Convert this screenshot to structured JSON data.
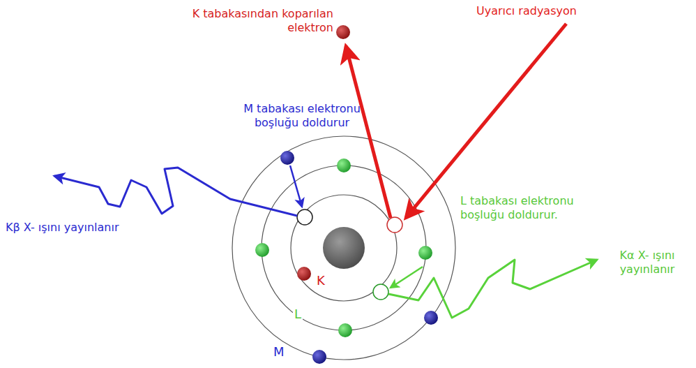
{
  "diagram": {
    "labels": [
      "Uyarıcı radyasyon",
      "K tabakasından koparılan elektron",
      "M tabakası elektronu boşluğu doldurur",
      "L tabakası elektronu boşluğu doldurur.",
      "Kβ X- ışını yayınlanır",
      "Kα X- ışını yayınlanır",
      "K",
      "L",
      "M"
    ]
  }
}
